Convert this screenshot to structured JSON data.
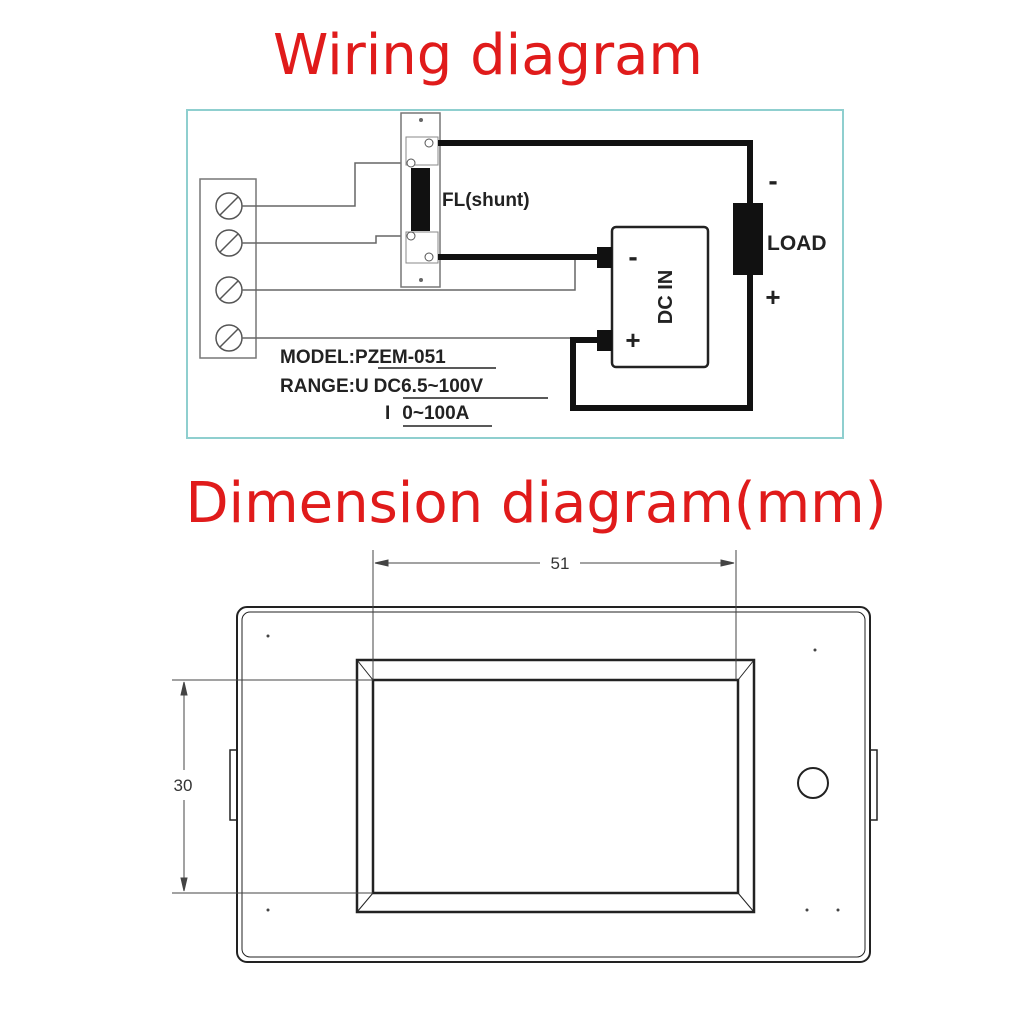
{
  "titles": {
    "wiring": "Wiring diagram",
    "dimension": "Dimension diagram(mm)"
  },
  "wiring": {
    "shunt_label": "FL(shunt)",
    "load_label": "LOAD",
    "load_minus": "-",
    "load_plus": "+",
    "dc_in_label": "DC IN",
    "dc_minus": "-",
    "dc_plus": "+",
    "model_prefix": "MODEL:",
    "model": "PZEM-051",
    "range_prefix": "RANGE:U",
    "voltage_range": "DC6.5~100V",
    "current_prefix": "I",
    "current_range": "0~100A"
  },
  "dimensions": {
    "width_mm": "51",
    "height_mm": "30"
  },
  "colors": {
    "title": "#e01b1b",
    "frame": "#8fcfcf"
  }
}
